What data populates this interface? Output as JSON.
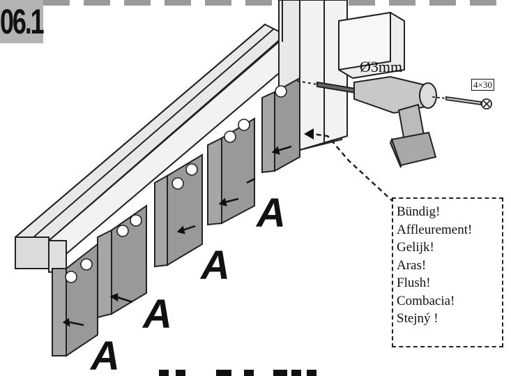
{
  "step": {
    "number": "06.1"
  },
  "drill": {
    "diameter_label": "Ø3mm"
  },
  "screw": {
    "size_label": "4×30"
  },
  "marker": {
    "letter": "A"
  },
  "callout": {
    "items": [
      "Bündig!",
      "Affleurement!",
      "Gelijk!",
      "Aras!",
      "Flush!",
      "Combacia!",
      "Stejný !"
    ]
  },
  "colors": {
    "panel": "#a6a6a6",
    "rail": "#e8e8e8",
    "badge": "#b3b3b3",
    "line": "#222222"
  }
}
